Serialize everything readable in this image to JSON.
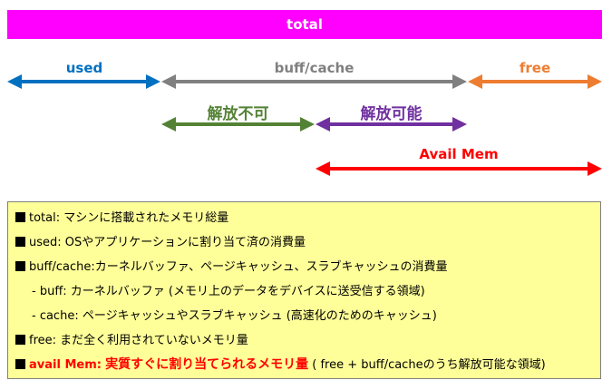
{
  "total_bar": {
    "label": "total",
    "color": "#ff00ff"
  },
  "arrows": {
    "used": {
      "label": "used",
      "color": "#0070c0"
    },
    "buff_cache": {
      "label": "buff/cache",
      "color": "#808080"
    },
    "free": {
      "label": "free",
      "color": "#ed7d31"
    },
    "non_releasable": {
      "label": "解放不可",
      "color": "#548235"
    },
    "releasable": {
      "label": "解放可能",
      "color": "#7030a0"
    },
    "avail_mem": {
      "label": "Avail Mem",
      "color": "#ff0000"
    }
  },
  "legend": {
    "total": {
      "term": "total:",
      "desc": "マシンに搭載されたメモリ総量"
    },
    "used": {
      "term": "used:",
      "desc": "OSやアプリケーションに割り当て済の消費量"
    },
    "buff_cache": {
      "term": "buff/cache:",
      "desc": "カーネルバッファ、ページキャッシュ、スラブキャッシュの消費量"
    },
    "buff": {
      "term": "- buff:",
      "desc": "カーネルバッファ (メモリ上のデータをデバイスに送受信する領域)"
    },
    "cache": {
      "term": "- cache:",
      "desc": "ページキャッシュやスラブキャッシュ (高速化のためのキャッシュ)"
    },
    "free": {
      "term": "free:",
      "desc": "まだ全く利用されていないメモリ量"
    },
    "avail": {
      "term": "avail Mem:",
      "highlight": "実質すぐに割り当てられるメモリ量",
      "desc": "( free + buff/cacheのうち解放可能な領域)"
    }
  }
}
